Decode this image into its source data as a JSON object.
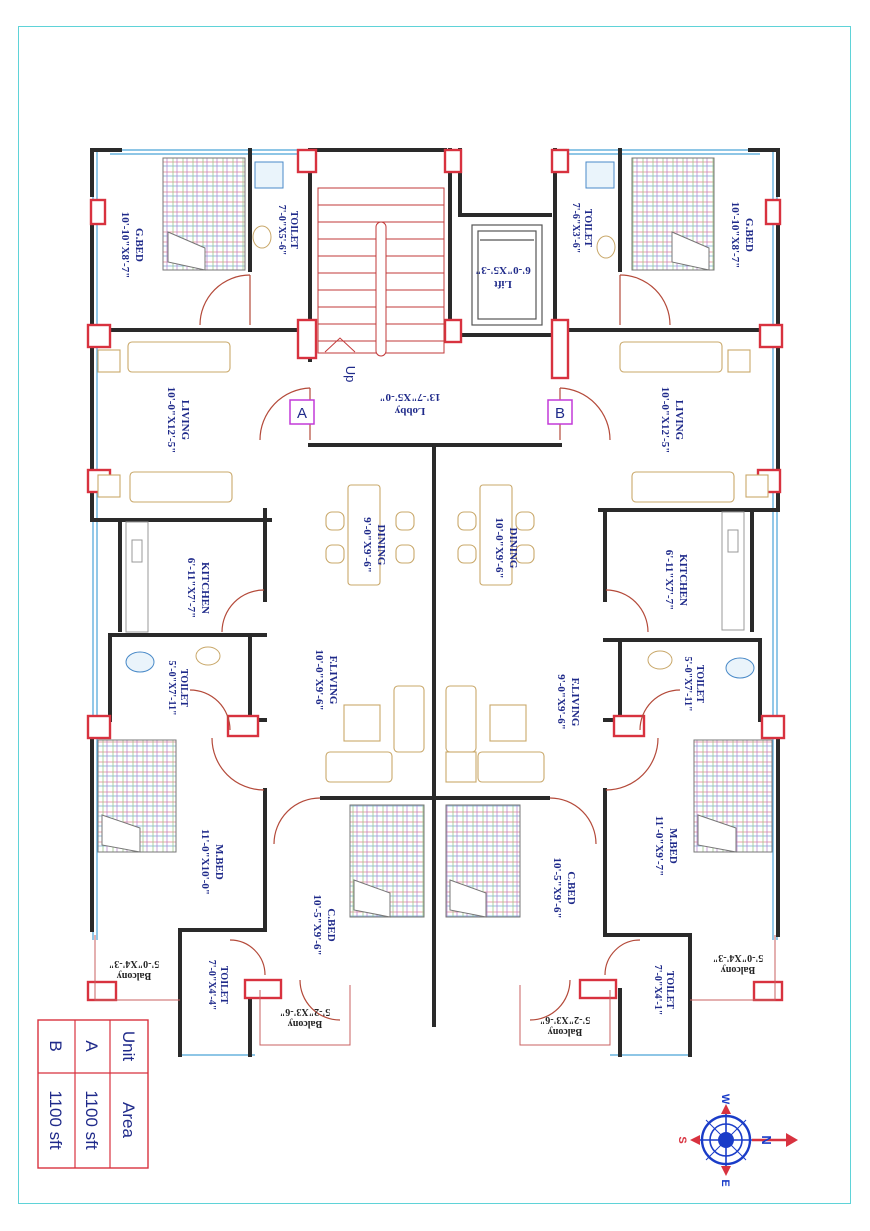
{
  "colors": {
    "wall": "#2a2a2a",
    "column": "#d8323f",
    "door": "#b44a3a",
    "window": "#4aa3d8",
    "furniture": "#c9a86a",
    "label": "#1f2a8a",
    "frame": "#5fd3d8",
    "compass": "#1a3cc8"
  },
  "rooms": {
    "g_bed_left": {
      "name": "G.BED",
      "size": "10'-10\"X8'-7\""
    },
    "toilet_top_left": {
      "name": "TOILET",
      "size": "7'-0\"X5'-6\""
    },
    "lift": {
      "name": "Lift",
      "size": "6'-0\"X5'-3\""
    },
    "toilet_top_right": {
      "name": "TOILET",
      "size": "7'-6\"X3'-6\""
    },
    "g_bed_right": {
      "name": "G.BED",
      "size": "10'-10\"X8'-7\""
    },
    "living_left": {
      "name": "LIVING",
      "size": "10'-0\"X12'-5\""
    },
    "lobby": {
      "name": "Lobby",
      "size": "13'-7\"X5'-0\""
    },
    "up": "Up",
    "living_right": {
      "name": "LIVING",
      "size": "10'-0\"X12'-5\""
    },
    "dining_left": {
      "name": "DINING",
      "size": "9'-0\"X9'-6\""
    },
    "dining_right": {
      "name": "DINING",
      "size": "10'-0\"X9'-6\""
    },
    "kitchen_left": {
      "name": "KITCHEN",
      "size": "6'-11\"X7'-7\""
    },
    "kitchen_right": {
      "name": "KITCHEN",
      "size": "6'-11\"X7'-7\""
    },
    "toilet_mid_left": {
      "name": "TOILET",
      "size": "5'-0\"X7'-11\""
    },
    "toilet_mid_right": {
      "name": "TOILET",
      "size": "5'-0\"X7'-11\""
    },
    "f_living_left": {
      "name": "F.LIVING",
      "size": "10'-0\"X9'-6\""
    },
    "f_living_right": {
      "name": "F.LIVING",
      "size": "9'-0\"X9'-6\""
    },
    "m_bed_left": {
      "name": "M.BED",
      "size": "11'-0\"X10'-0\""
    },
    "m_bed_right": {
      "name": "M.BED",
      "size": "11'-0\"X9'-7\""
    },
    "c_bed_left": {
      "name": "C.BED",
      "size": "10'-5\"X9'-6\""
    },
    "c_bed_right": {
      "name": "C.BED",
      "size": "10'-5\"X9'-6\""
    },
    "balcony_left": {
      "name": "Balcony",
      "size": "5'-0\"X4'-3\""
    },
    "balcony_right": {
      "name": "Balcony",
      "size": "5'-0\"X4'-3\""
    },
    "balcony_small_left": {
      "name": "Balcony",
      "size": "5'-2\"X3'-6\""
    },
    "balcony_small_right": {
      "name": "Balcony",
      "size": "5'-2\"X3'-6\""
    },
    "toilet_bottom_left": {
      "name": "TOILET",
      "size": "7'-0\"X4'-4\""
    },
    "toilet_bottom_right": {
      "name": "TOILET",
      "size": "7'-0\"X4'-1\""
    }
  },
  "unit_markers": [
    "A",
    "B"
  ],
  "legend": {
    "headers": [
      "Unit",
      "Area"
    ],
    "rows": [
      {
        "unit": "A",
        "area": "1100 sft"
      },
      {
        "unit": "B",
        "area": "1100 sft"
      }
    ]
  },
  "compass": {
    "n": "N",
    "s": "S",
    "e": "E",
    "w": "W"
  }
}
